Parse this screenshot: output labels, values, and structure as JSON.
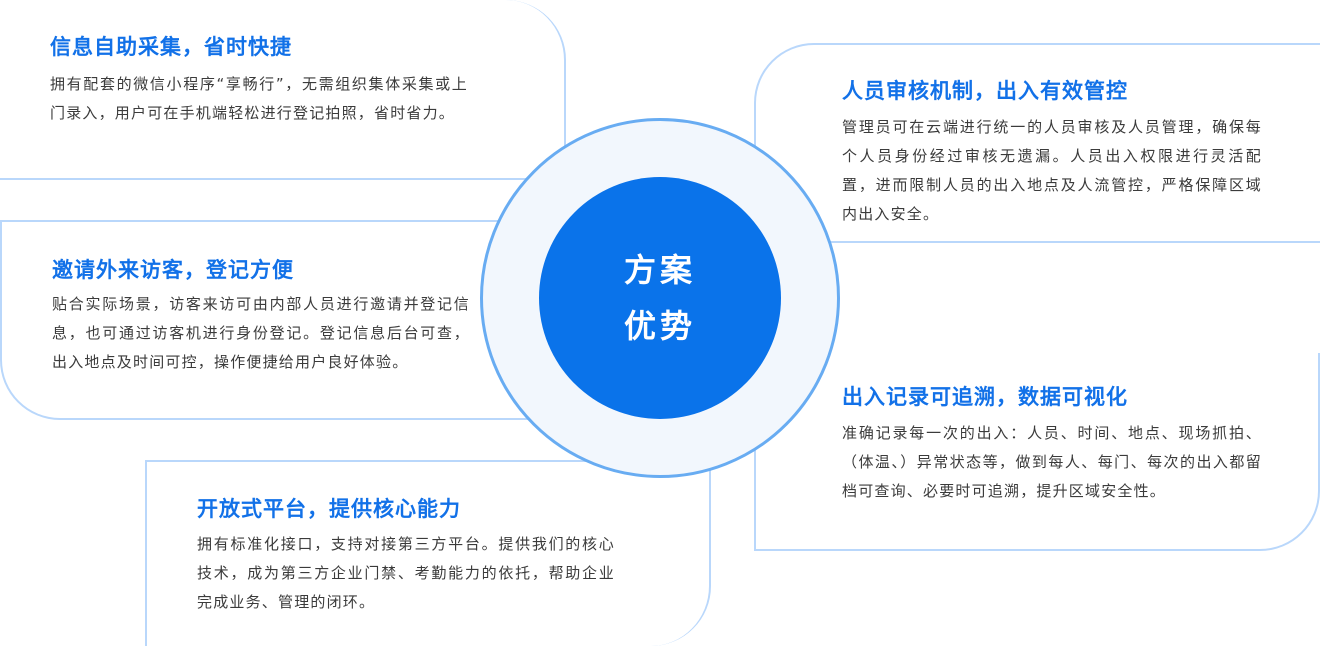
{
  "center": {
    "line1": "方案",
    "line2": "优势"
  },
  "cards": [
    {
      "title": "信息自助采集，省时快捷",
      "text": "拥有配套的微信小程序“享畅行”，无需组织集体采集或上门录入，用户可在手机端轻松进行登记拍照，省时省力。"
    },
    {
      "title": "邀请外来访客，登记方便",
      "text": "贴合实际场景，访客来访可由内部人员进行邀请并登记信息，也可通过访客机进行身份登记。登记信息后台可查，出入地点及时间可控，操作便捷给用户良好体验。"
    },
    {
      "title": "开放式平台，提供核心能力",
      "text": "拥有标准化接口，支持对接第三方平台。提供我们的核心技术，成为第三方企业门禁、考勤能力的依托，帮助企业完成业务、管理的闭环。"
    },
    {
      "title": "人员审核机制，出入有效管控",
      "text": "管理员可在云端进行统一的人员审核及人员管理，确保每个人员身份经过审核无遗漏。人员出入权限进行灵活配置，进而限制人员的出入地点及人流管控，严格保障区域内出入安全。"
    },
    {
      "title": "出入记录可追溯，数据可视化",
      "text": "准确记录每一次的出入：人员、时间、地点、现场抓拍、（体温、）异常状态等，做到每人、每门、每次的出入都留档可查询、必要时可追溯，提升区域安全性。"
    }
  ],
  "colors": {
    "accent": "#0a73ea",
    "title": "#1271e8",
    "border": "#b9d7fb",
    "ring": "#68acf2"
  }
}
